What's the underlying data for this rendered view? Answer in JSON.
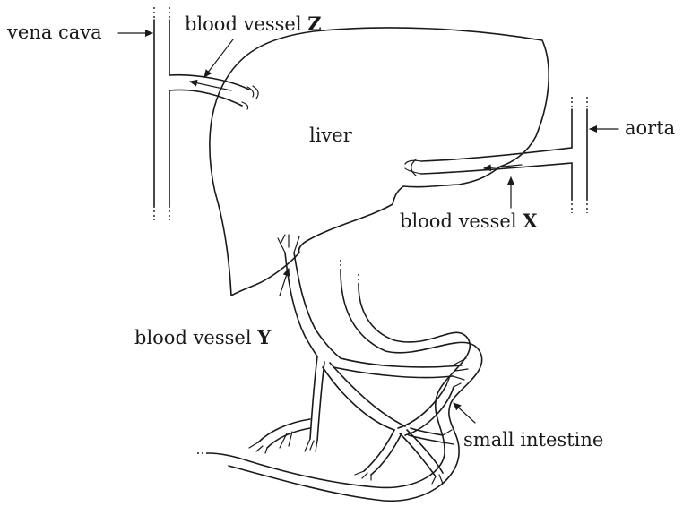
{
  "labels": {
    "vena_cava": "vena cava",
    "vessel_z_prefix": "blood vessel ",
    "vessel_z_letter": "Z",
    "liver": "liver",
    "aorta": "aorta",
    "vessel_x_prefix": "blood vessel ",
    "vessel_x_letter": "X",
    "vessel_y_prefix": "blood vessel ",
    "vessel_y_letter": "Y",
    "small_intestine": "small intestine"
  }
}
